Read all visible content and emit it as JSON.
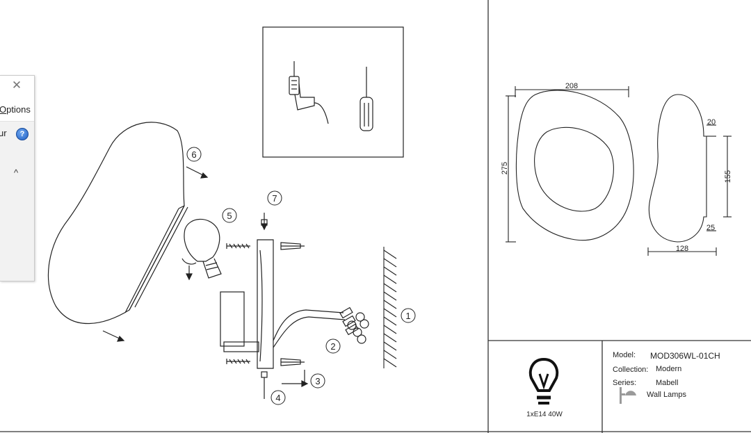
{
  "panel": {
    "options_label": "Options",
    "options_underlined": "O",
    "partial_label": "ur",
    "help_glyph": "?",
    "close_glyph": "✕",
    "collapse_glyph": "^"
  },
  "steps": [
    "1",
    "2",
    "3",
    "4",
    "5",
    "6",
    "7"
  ],
  "dimensions": {
    "width": "208",
    "height": "275",
    "depth_top": "20",
    "plate_height": "155",
    "base_offset": "25",
    "total_depth": "128"
  },
  "bulb_spec": "1xE14 40W",
  "info": {
    "model_label": "Model:",
    "model_value": "MOD306WL-01CH",
    "collection_label": "Collection:",
    "collection_value": "Modern",
    "series_label": "Series:",
    "series_value": "Mabell",
    "category_value": "Wall Lamps"
  }
}
